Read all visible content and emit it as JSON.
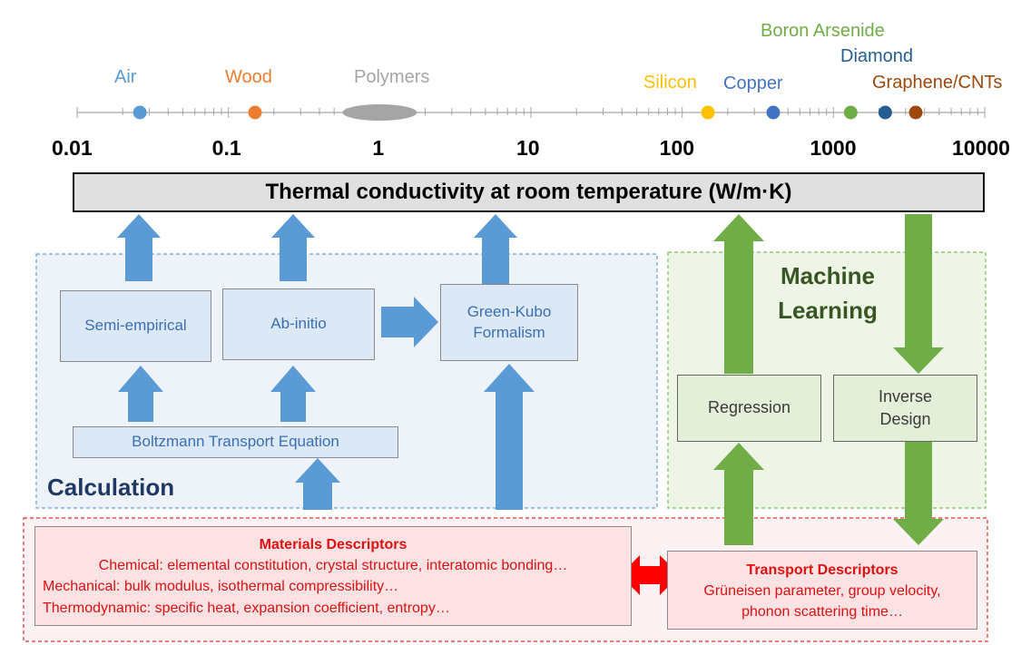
{
  "scale": {
    "ticks": [
      "0.01",
      "0.1",
      "1",
      "10",
      "100",
      "1000",
      "10000"
    ],
    "materials": [
      {
        "name": "Air",
        "value": 0.026,
        "color": "#5b9bd5",
        "marker": "dot"
      },
      {
        "name": "Wood",
        "value": 0.15,
        "color": "#ed7d31",
        "marker": "dot"
      },
      {
        "name": "Polymers",
        "value": 1,
        "color": "#a5a5a5",
        "marker": "ellipse"
      },
      {
        "name": "Silicon",
        "value": 148,
        "color": "#ffc000",
        "marker": "dot"
      },
      {
        "name": "Copper",
        "value": 400,
        "color": "#4472c4",
        "marker": "dot"
      },
      {
        "name": "Boron Arsenide",
        "value": 1300,
        "color": "#70ad47",
        "marker": "dot"
      },
      {
        "name": "Diamond",
        "value": 2200,
        "color": "#255e91",
        "marker": "dot"
      },
      {
        "name": "Graphene/CNTs",
        "value": 3500,
        "color": "#9e480e",
        "marker": "dot"
      }
    ]
  },
  "banner": {
    "title": "Thermal conductivity at room temperature (W/m·K)"
  },
  "calculation": {
    "label": "Calculation",
    "semi_empirical": "Semi-empirical",
    "ab_initio": "Ab-initio",
    "green_kubo_line1": "Green-Kubo",
    "green_kubo_line2": "Formalism",
    "bte": "Boltzmann Transport Equation"
  },
  "ml": {
    "label_line1": "Machine",
    "label_line2": "Learning",
    "regression": "Regression",
    "inverse_line1": "Inverse",
    "inverse_line2": "Design"
  },
  "descriptors": {
    "materials": {
      "title": "Materials Descriptors",
      "line1": "Chemical: elemental constitution, crystal structure, interatomic bonding…",
      "line2": "Mechanical: bulk modulus, isothermal compressibility…",
      "line3": "Thermodynamic: specific heat, expansion coefficient, entropy…"
    },
    "transport": {
      "title": "Transport Descriptors",
      "line1": "Grüneisen parameter, group velocity,",
      "line2": "phonon scattering time…"
    }
  },
  "colors": {
    "blue_arrow": "#5b9bd5",
    "green_arrow": "#70ad47",
    "red_arrow": "#ff0000",
    "calc_text": "#1f3864",
    "ml_text": "#375623"
  }
}
